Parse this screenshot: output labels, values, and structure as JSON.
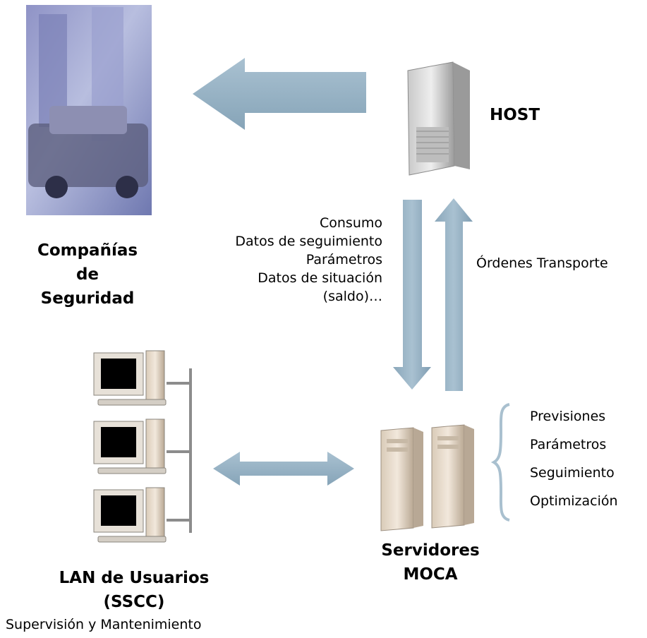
{
  "nodes": {
    "companias": {
      "label_lines": [
        "Compañías",
        "de",
        "Seguridad"
      ]
    },
    "host": {
      "label": "HOST"
    },
    "moca": {
      "label_lines": [
        "Servidores",
        "MOCA"
      ]
    },
    "lan": {
      "label_lines": [
        "LAN de Usuarios",
        "(SSCC)"
      ],
      "subtitle": "Supervisión y Mantenimiento"
    }
  },
  "flows": {
    "host_to_moca": [
      "Consumo",
      "Datos de seguimiento",
      "Parámetros",
      "Datos de situación",
      "(saldo)…"
    ],
    "moca_to_host": "Órdenes Transporte"
  },
  "moca_functions": [
    "Previsiones",
    "Parámetros",
    "Seguimiento",
    "Optimización"
  ],
  "colors": {
    "arrow": "#9bb5c6",
    "arrow_dark": "#7d9bb0",
    "bus": "#8c8c8c",
    "brace": "#a9c0cf"
  }
}
